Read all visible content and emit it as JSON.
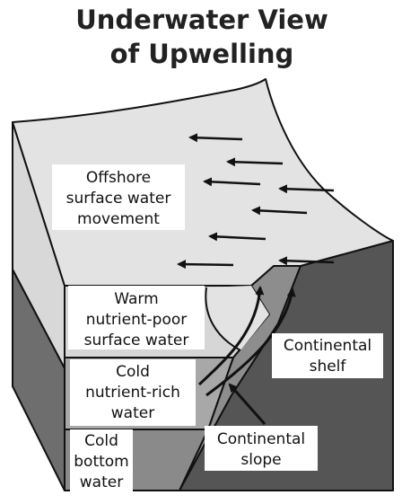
{
  "title": {
    "line1": "Underwater View",
    "line2": "of Upwelling"
  },
  "labels": {
    "offshore": [
      "Offshore",
      "surface water",
      "movement"
    ],
    "warm": [
      "Warm",
      "nutrient-poor",
      "surface water"
    ],
    "cold_rich": [
      "Cold",
      "nutrient-rich",
      "water"
    ],
    "cold_bottom": [
      "Cold",
      "bottom",
      "water"
    ],
    "shelf": [
      "Continental",
      "shelf"
    ],
    "slope": [
      "Continental",
      "slope"
    ]
  },
  "colors": {
    "surface": "#e3e3e3",
    "warm_layer": "#d6d6d6",
    "cold_layer": "#a8a8a8",
    "bottom_layer": "#8a8a8a",
    "side_face": "#6e6e6e",
    "seafloor": "#555555",
    "outline": "#111111"
  }
}
